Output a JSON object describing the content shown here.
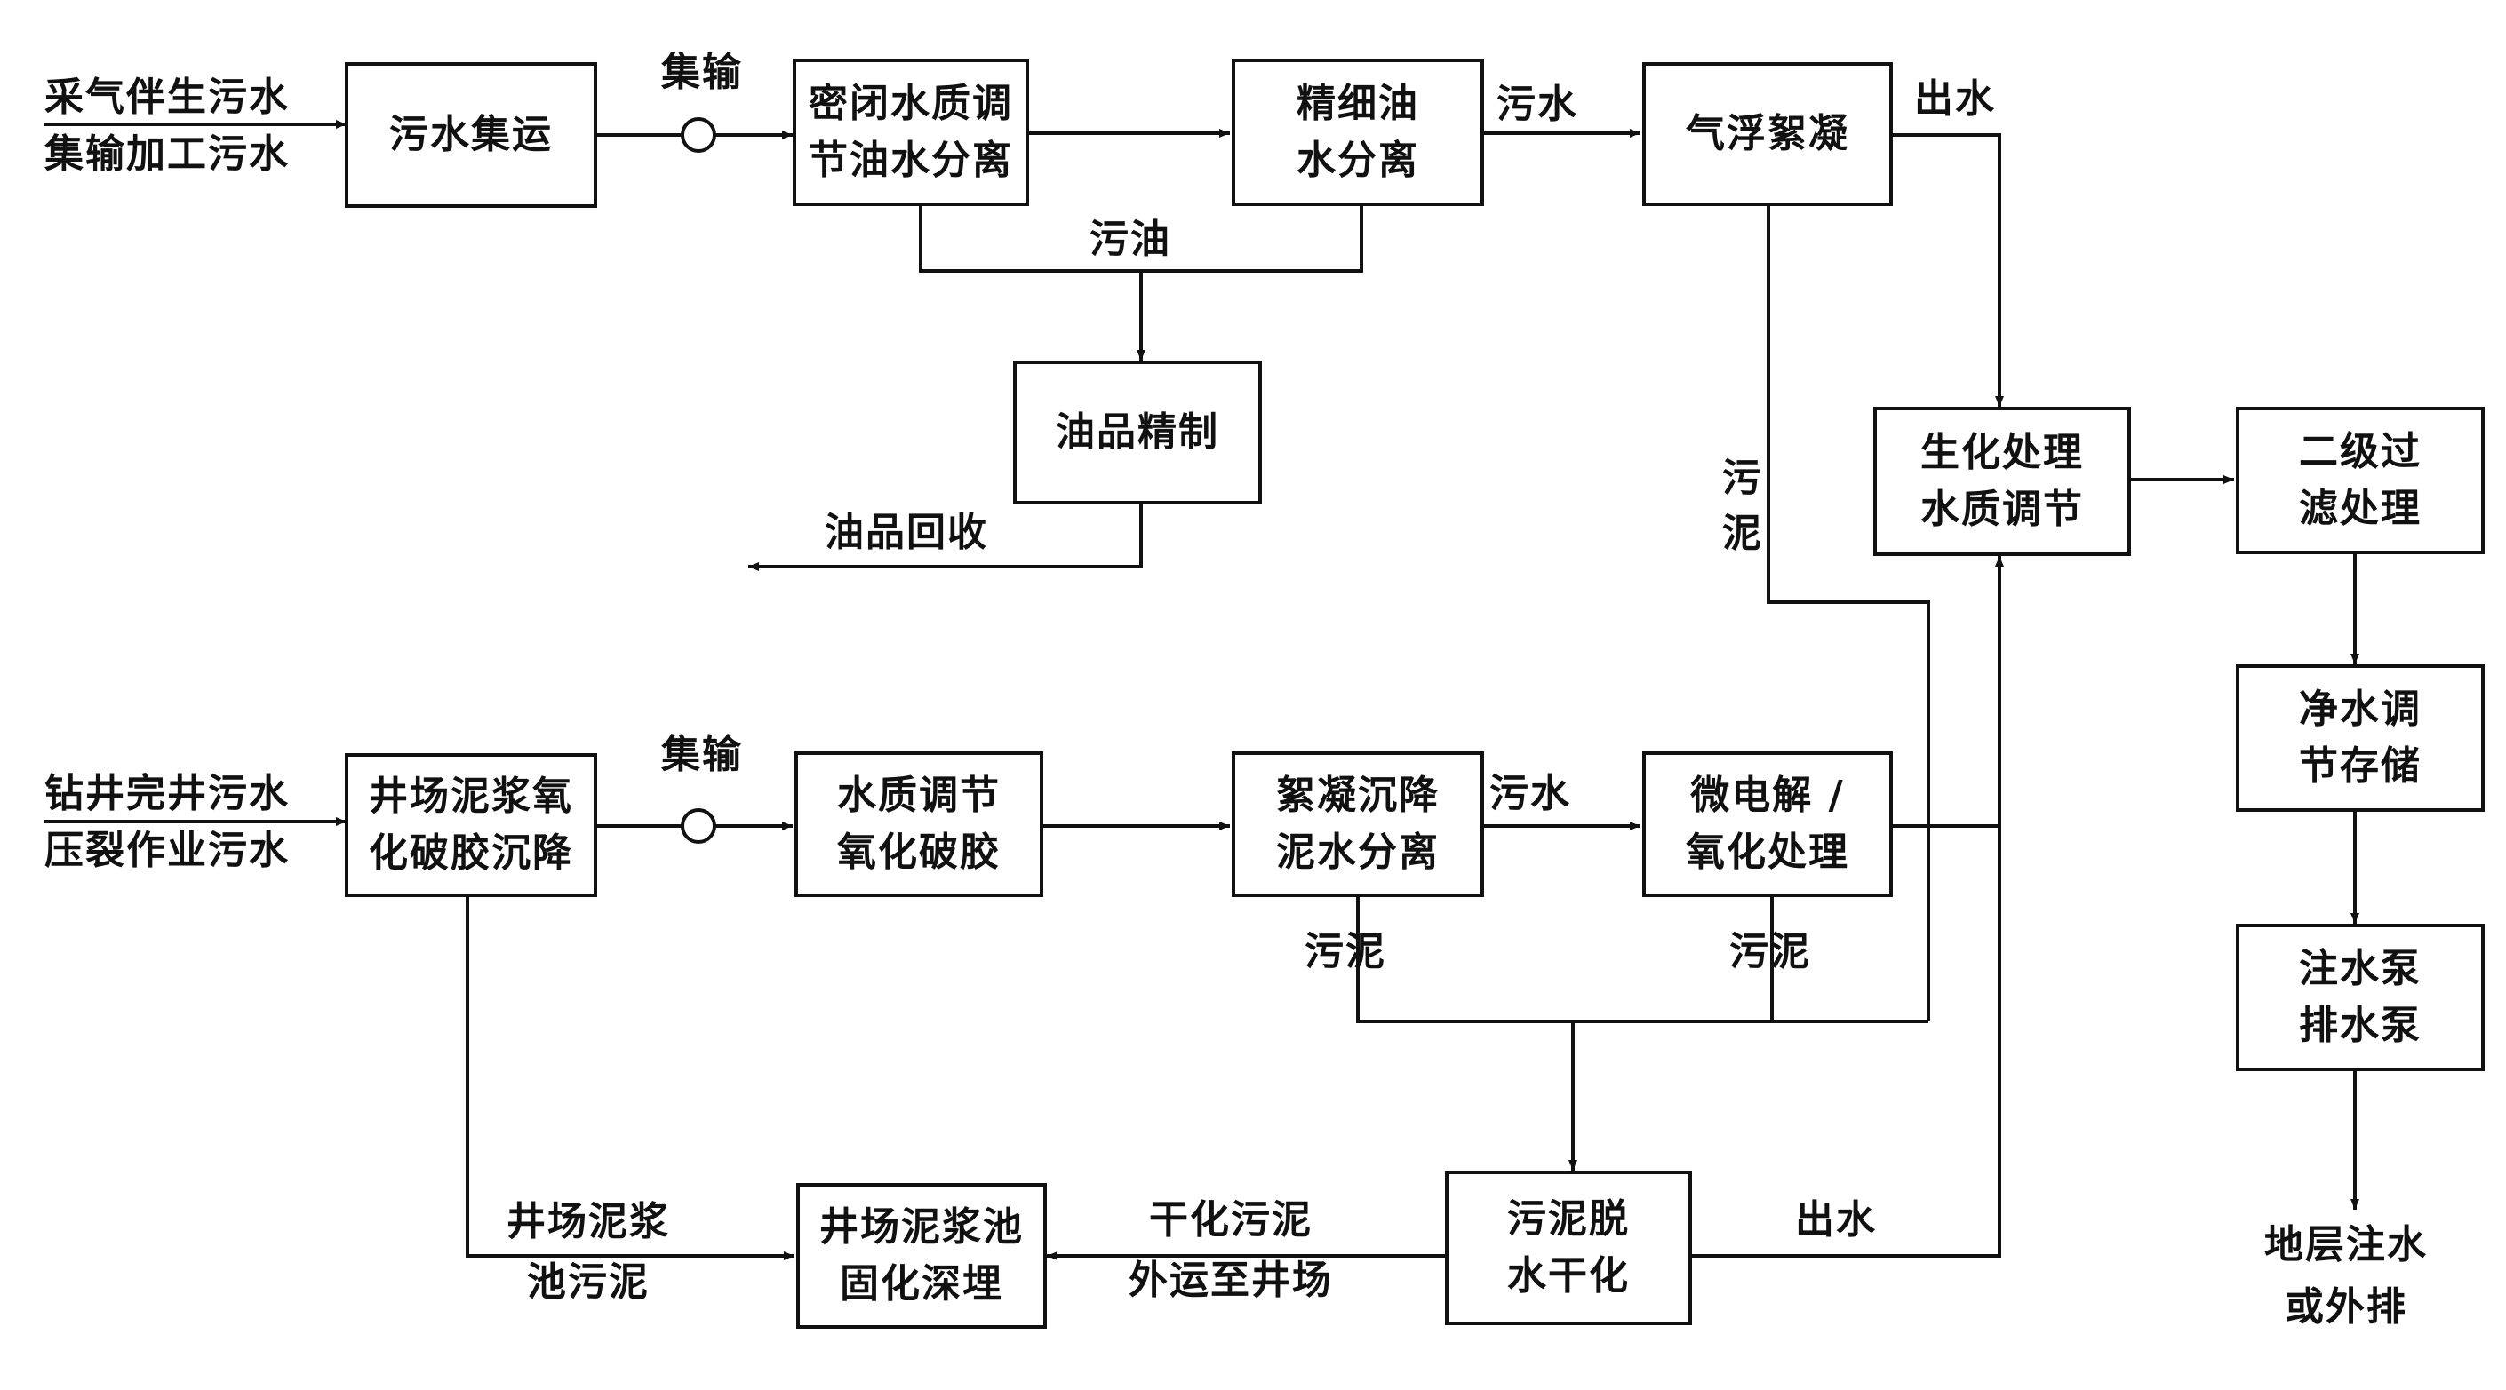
{
  "boxes": {
    "sewage_collection": [
      "污水集运"
    ],
    "closed_regulation": [
      "密闭水质调",
      "节油水分离"
    ],
    "fine_separation": [
      "精细油",
      "水分离"
    ],
    "flotation": [
      "气浮絮凝"
    ],
    "oil_refining": [
      "油品精制"
    ],
    "biochem": [
      "生化处理",
      "水质调节"
    ],
    "secondary_filter": [
      "二级过",
      "滤处理"
    ],
    "clean_storage": [
      "净水调",
      "节存储"
    ],
    "pumps": [
      "注水泵",
      "排水泵"
    ],
    "wellsite_mud": [
      "井场泥浆氧",
      "化破胶沉降"
    ],
    "water_regulation": [
      "水质调节",
      "氧化破胶"
    ],
    "flocculation": [
      "絮凝沉降",
      "泥水分离"
    ],
    "micro_electrolysis": [
      "微电解 /",
      "氧化处理"
    ],
    "sludge_dewater": [
      "污泥脱",
      "水干化"
    ],
    "mud_pit": [
      "井场泥浆池",
      "固化深埋"
    ]
  },
  "labels": {
    "input_top": [
      "采气伴生污水",
      "集输加工污水"
    ],
    "input_bottom": [
      "钻井完井污水",
      "压裂作业污水"
    ],
    "transport_top": "集输",
    "transport_bottom": "集输",
    "sewage_top": "污水",
    "sewage_bottom": "污水",
    "effluent_top": "出水",
    "effluent_bottom": "出水",
    "waste_oil": "污油",
    "oil_recovery": "油品回收",
    "sludge_vertical": [
      "污",
      "泥"
    ],
    "sludge_left": "污泥",
    "sludge_right": "污泥",
    "mud_pit_sludge": [
      "井场泥浆",
      "池污泥"
    ],
    "dried_sludge": [
      "干化污泥",
      "外运至井场"
    ],
    "final_output": [
      "地层注水",
      "或外排"
    ]
  }
}
